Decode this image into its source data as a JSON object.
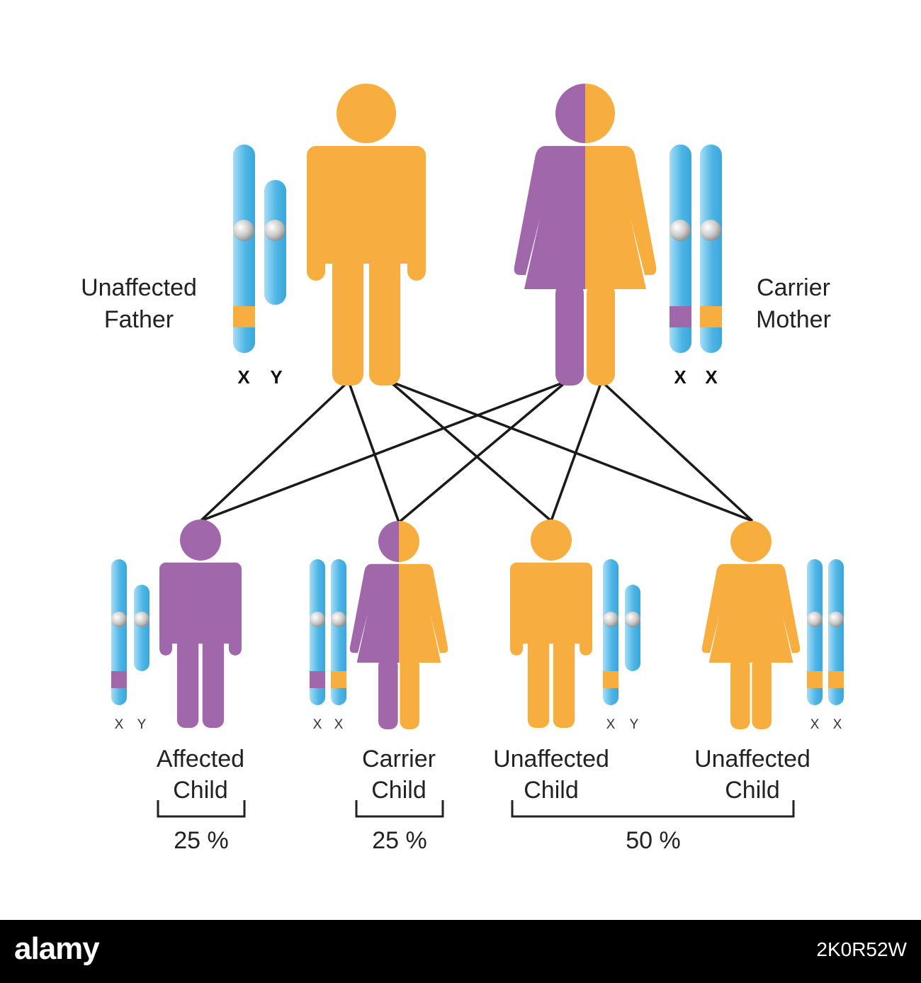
{
  "colors": {
    "affected": "#A068AA",
    "unaffected": "#F8AE3E",
    "chromosome": "#4FB6E6",
    "chromosome_light": "#A6DDF6",
    "centromere": "#BDBDBD"
  },
  "parents": {
    "father": {
      "label_line1": "Unaffected",
      "label_line2": "Father",
      "chrom_x": "X",
      "chrom_y": "Y",
      "figure": "male",
      "shading": "unaffected"
    },
    "mother": {
      "label_line1": "Carrier",
      "label_line2": "Mother",
      "chrom_x1": "X",
      "chrom_x2": "X",
      "figure": "female",
      "shading": "half"
    }
  },
  "children": [
    {
      "label_line1": "Affected",
      "label_line2": "Child",
      "chrom1": "X",
      "chrom2": "Y",
      "figure": "male",
      "shading": "affected"
    },
    {
      "label_line1": "Carrier",
      "label_line2": "Child",
      "chrom1": "X",
      "chrom2": "X",
      "figure": "female",
      "shading": "half"
    },
    {
      "label_line1": "Unaffected",
      "label_line2": "Child",
      "chrom1": "X",
      "chrom2": "Y",
      "figure": "male",
      "shading": "unaffected"
    },
    {
      "label_line1": "Unaffected",
      "label_line2": "Child",
      "chrom1": "X",
      "chrom2": "X",
      "figure": "female",
      "shading": "unaffected"
    }
  ],
  "percentages": {
    "affected": "25 %",
    "carrier": "25 %",
    "unaffected": "50 %"
  },
  "footer": {
    "brand": "alamy",
    "image_id": "2K0R52W"
  }
}
